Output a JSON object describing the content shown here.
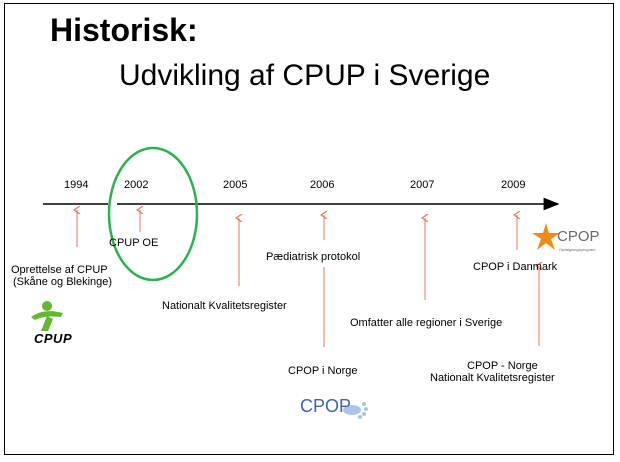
{
  "title": "Historisk:",
  "subtitle": "Udvikling af CPUP i Sverige",
  "colors": {
    "arrow": "#e8765a",
    "circle": "#2bb24c",
    "cpup_green": "#63b82f",
    "cpop_blue": "#3d63b5",
    "cpop_orange": "#f08c16"
  },
  "timeline": {
    "years": [
      "1994",
      "2002",
      "2005",
      "2006",
      "2007",
      "2009"
    ],
    "events": [
      {
        "year": "1994",
        "label_1": "Oprettelse af CPUP",
        "label_2": "(Skåne og Blekinge)"
      },
      {
        "year": "2002",
        "label": "CPUP OE"
      },
      {
        "year": "2005",
        "label": "Nationalt Kvalitetsregister"
      },
      {
        "year": "2006",
        "label": "Pædiatrisk protokol"
      },
      {
        "year": "2006",
        "label": "CPOP i Norge"
      },
      {
        "year": "2007",
        "label": "Omfatter alle regioner i Sverige"
      },
      {
        "year": "2009",
        "label": "CPOP i Danmark"
      },
      {
        "year": "2009",
        "label_1": "CPOP - Norge",
        "label_2": "Nationalt Kvalitetsregister"
      }
    ]
  },
  "logos": {
    "cpup": "CPUP",
    "cpop_norge": "CPOP",
    "cpop_danmark": "CPOP",
    "cpop_danmark_tagline": "Opfølgningsprogram"
  }
}
